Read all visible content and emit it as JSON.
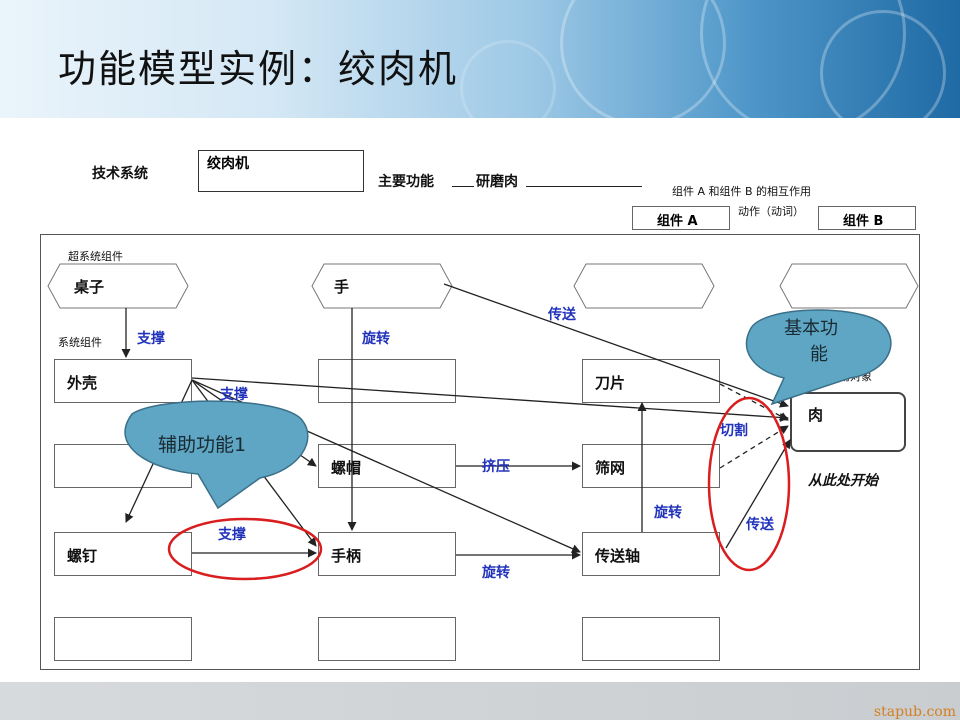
{
  "slide": {
    "title": "功能模型实例：绞肉机",
    "watermark": "stapub.com"
  },
  "form": {
    "tech_system_label": "技术系统",
    "tech_system_value": "绞肉机",
    "main_function_label": "主要功能",
    "main_function_value": "研磨肉",
    "interaction_note": "组件 A 和组件 B 的相互作用",
    "comp_a": "组件 A",
    "action_label": "动作（动词）",
    "comp_b": "组件 B"
  },
  "diagram": {
    "supersystem_label": "超系统组件",
    "system_label": "系统组件",
    "target_label": "系统作用对象",
    "start_note": "从此处开始",
    "supersystem": [
      "桌子",
      "手",
      "",
      ""
    ],
    "components": {
      "shell": "外壳",
      "blade": "刀片",
      "nut": "螺帽",
      "screen": "筛网",
      "screw": "螺钉",
      "handle": "手柄",
      "shaft": "传送轴",
      "meat": "肉"
    },
    "relations": {
      "table_support": "支撑",
      "hand_rotate": "旋转",
      "hand_transport": "传送",
      "shell_support_upper": "支撑",
      "nut_squeeze": "挤压",
      "shaft_rotate_blade": "旋转",
      "cut": "切割",
      "shaft_transport": "传送",
      "screw_support": "支撑",
      "handle_rotate": "旋转"
    },
    "callouts": {
      "aux": "辅助功能1",
      "basic_1": "基本功",
      "basic_2": "能"
    }
  },
  "colors": {
    "relation_text": "#2233bb",
    "highlight": "#d81e1e",
    "bubble": "#5ea6c3",
    "bubble_border": "#3b6f8a"
  }
}
